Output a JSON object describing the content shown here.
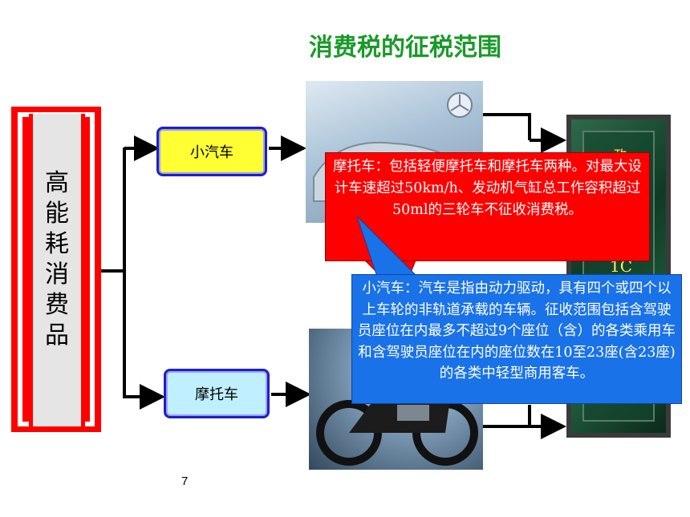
{
  "title": "消费税的征税范围",
  "left_box": {
    "chars": [
      "高",
      "能",
      "耗",
      "消",
      "费",
      "品"
    ]
  },
  "nodes": {
    "car": "小汽车",
    "motorcycle": "摩托车"
  },
  "callouts": {
    "motorcycle_note": "摩托车：包括轻便摩托车和摩托车两种。对最大设计车速超过50km/h、发动机气缸总工作容积超过 50ml的三轮车不征收消费税。",
    "car_note": "小汽车：汽车是指由动力驱动，具有四个或四个以上车轮的非轨道承载的车辆。征收范围包括含驾驶员座位在内最多不超过9个座位（含）的各类乘用车和含驾驶员座位在内的座位数在10至23座(含23座) 的各类中轻型商用客车。"
  },
  "dark_panel": {
    "glyph_top": "政",
    "glyph_mid": "1C"
  },
  "page_number": "7",
  "colors": {
    "title": "#1a9a2a",
    "left_border": "#ff0000",
    "car_node": "#ffff33",
    "moto_node": "#c0f0ff",
    "red_callout": "#ff0000",
    "blue_callout": "#1a72e8",
    "dark_panel": "#1f5a3a"
  }
}
